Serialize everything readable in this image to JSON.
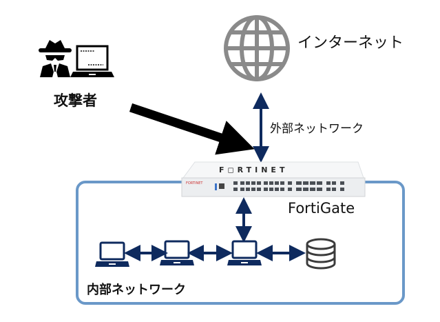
{
  "labels": {
    "attacker": "攻撃者",
    "internet": "インターネット",
    "external_network": "外部ネットワーク",
    "firewall": "FortiGate",
    "internal_network": "内部ネットワーク",
    "device_brand": "F⊡RTINET"
  },
  "colors": {
    "arrow_navy": "#0e2a5e",
    "box_border": "#6a98c8",
    "globe_gray": "#8a8a8a",
    "attack_arrow": "#000000",
    "device_body": "#eceef0"
  },
  "nodes": [
    {
      "id": "attacker",
      "icon": "attacker-with-laptop-icon"
    },
    {
      "id": "internet",
      "icon": "globe-icon"
    },
    {
      "id": "fortigate",
      "icon": "firewall-appliance"
    },
    {
      "id": "pc1",
      "icon": "laptop-icon"
    },
    {
      "id": "pc2",
      "icon": "laptop-icon"
    },
    {
      "id": "pc3",
      "icon": "laptop-icon"
    },
    {
      "id": "db",
      "icon": "database-icon"
    }
  ],
  "edges": [
    {
      "from": "attacker",
      "to": "fortigate",
      "style": "attack",
      "direction": "one-way"
    },
    {
      "from": "internet",
      "to": "fortigate",
      "style": "link",
      "direction": "both"
    },
    {
      "from": "fortigate",
      "to": "pc3",
      "style": "link",
      "direction": "both"
    },
    {
      "from": "pc1",
      "to": "pc2",
      "style": "link",
      "direction": "both"
    },
    {
      "from": "pc2",
      "to": "pc3",
      "style": "link",
      "direction": "both"
    },
    {
      "from": "pc3",
      "to": "db",
      "style": "link",
      "direction": "both"
    }
  ]
}
